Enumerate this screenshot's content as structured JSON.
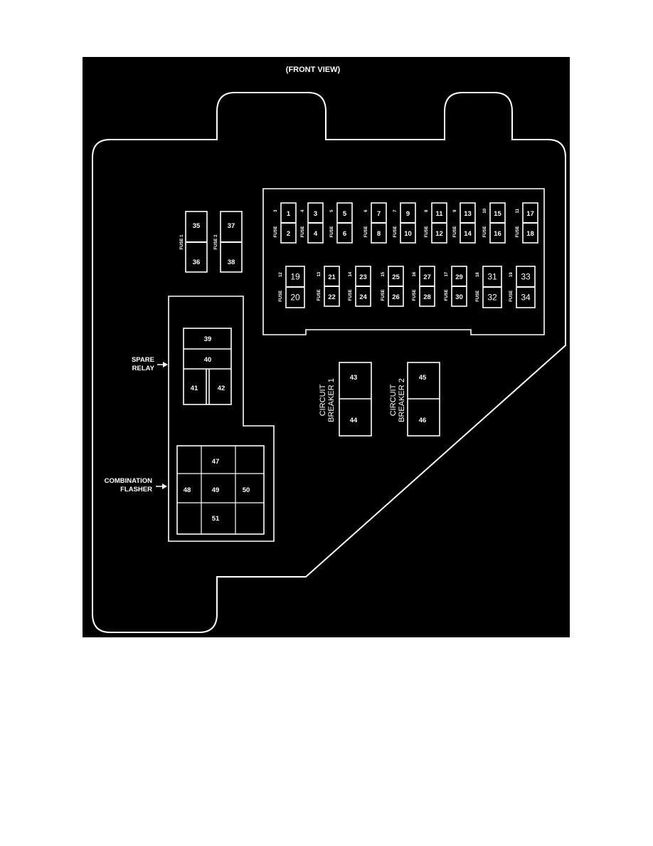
{
  "title": "(FRONT VIEW)",
  "labels": {
    "fuse1": "FUSE 1",
    "fuse2": "FUSE 2",
    "spare_relay_1": "SPARE",
    "spare_relay_2": "RELAY",
    "combo_flasher_1": "COMBINATION",
    "combo_flasher_2": "FLASHER",
    "cb1_1": "CIRCUIT",
    "cb1_2": "BREAKER 1",
    "cb2_1": "CIRCUIT",
    "cb2_2": "BREAKER 2",
    "fuse_word": "FUSE"
  },
  "fuse_row1": [
    {
      "fuse": "3",
      "top": "1",
      "bottom": "2"
    },
    {
      "fuse": "4",
      "top": "3",
      "bottom": "4"
    },
    {
      "fuse": "5",
      "top": "5",
      "bottom": "6"
    },
    {
      "fuse": "6",
      "top": "7",
      "bottom": "8"
    },
    {
      "fuse": "7",
      "top": "9",
      "bottom": "10"
    },
    {
      "fuse": "8",
      "top": "11",
      "bottom": "12"
    },
    {
      "fuse": "9",
      "top": "13",
      "bottom": "14"
    },
    {
      "fuse": "10",
      "top": "15",
      "bottom": "16"
    },
    {
      "fuse": "11",
      "top": "17",
      "bottom": "18"
    }
  ],
  "fuse_row2": [
    {
      "fuse": "12",
      "top": "19",
      "bottom": "20"
    },
    {
      "fuse": "13",
      "top": "21",
      "bottom": "22"
    },
    {
      "fuse": "14",
      "top": "23",
      "bottom": "24"
    },
    {
      "fuse": "15",
      "top": "25",
      "bottom": "26"
    },
    {
      "fuse": "16",
      "top": "27",
      "bottom": "28"
    },
    {
      "fuse": "17",
      "top": "29",
      "bottom": "30"
    },
    {
      "fuse": "18",
      "top": "31",
      "bottom": "32"
    },
    {
      "fuse": "19",
      "top": "33",
      "bottom": "34"
    }
  ],
  "left_fuses": [
    {
      "top": "35",
      "bottom": "36"
    },
    {
      "top": "37",
      "bottom": "38"
    }
  ],
  "relay": [
    "39",
    "40",
    "41",
    "42"
  ],
  "breaker1": [
    "43",
    "44"
  ],
  "breaker2": [
    "45",
    "46"
  ],
  "flasher": [
    "47",
    "48",
    "49",
    "50",
    "51"
  ]
}
